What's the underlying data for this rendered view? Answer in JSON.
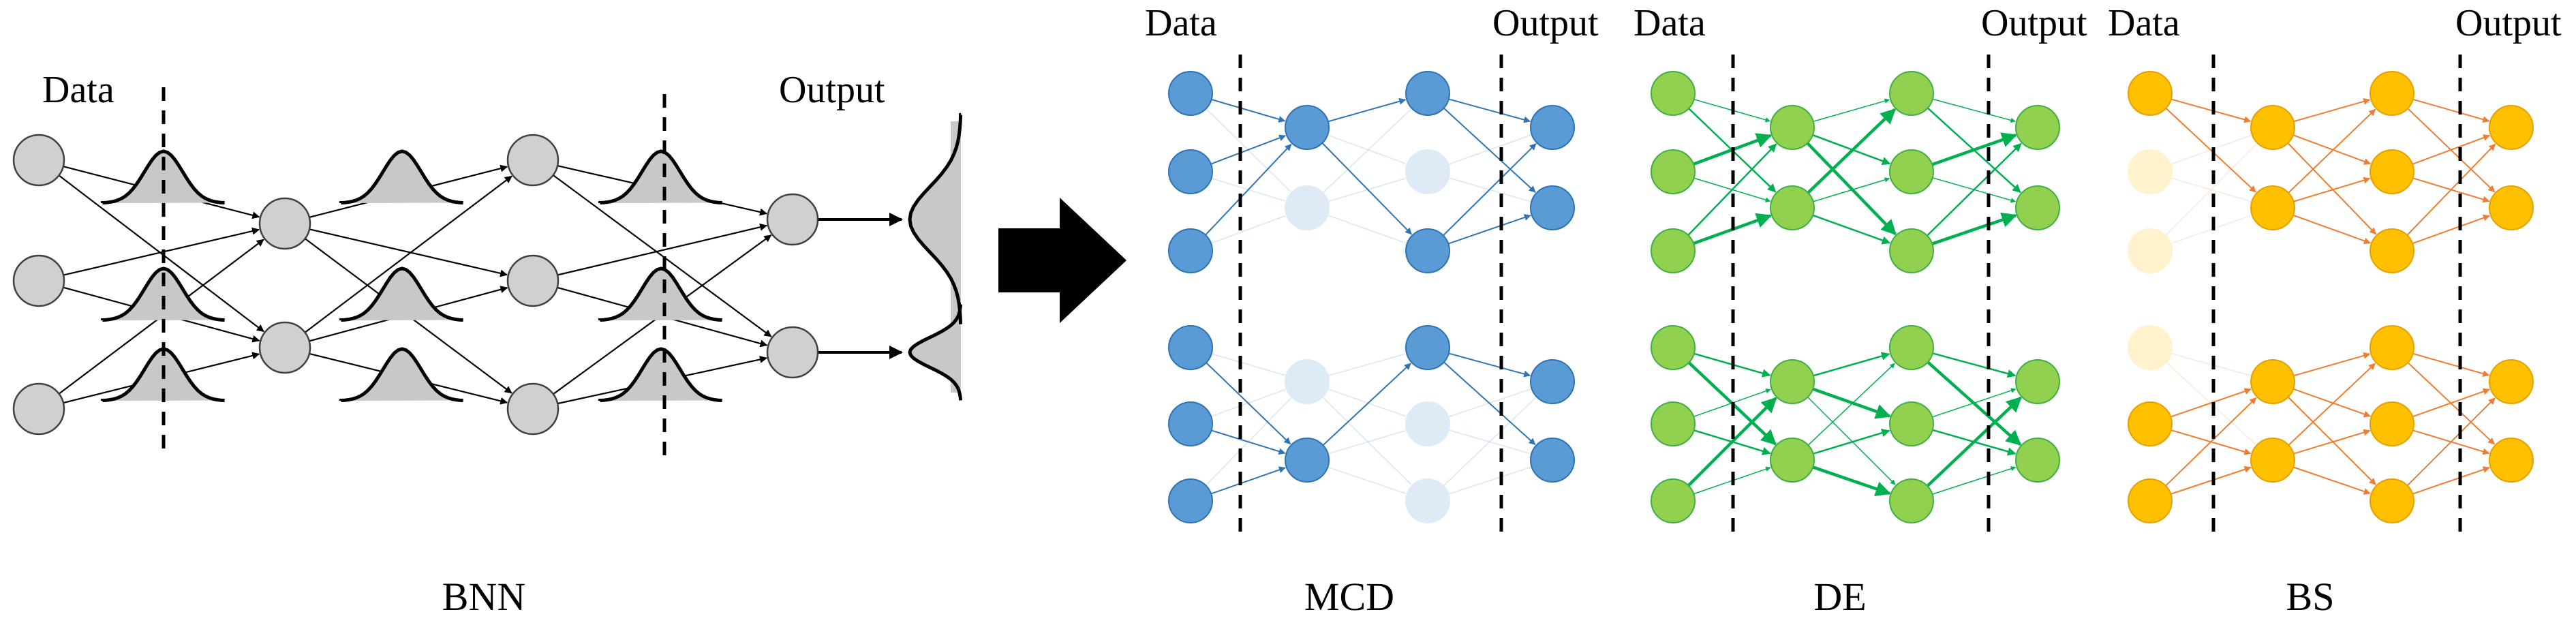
{
  "panels": {
    "bnn": {
      "caption": "BNN",
      "data_label": "Data",
      "output_label": "Output"
    },
    "mcd": {
      "caption": "MCD",
      "data_label": "Data",
      "output_label": "Output"
    },
    "de": {
      "caption": "DE",
      "data_label": "Data",
      "output_label": "Output"
    },
    "bs": {
      "caption": "BS",
      "data_label": "Data",
      "output_label": "Output"
    }
  },
  "colors": {
    "bnn_node_fill": "#d0d0d0",
    "bnn_node_stroke": "#404040",
    "gaussian_fill": "#c8c8c8",
    "mcd_node": "#5b9bd5",
    "mcd_node_stroke": "#2e74b5",
    "mcd_dropped": "#deebf7",
    "mcd_edge": "#2e74b5",
    "de_node": "#92d050",
    "de_node_stroke": "#3faf46",
    "de_edge": "#00b050",
    "bs_node": "#ffc000",
    "bs_node_stroke": "#e6a100",
    "bs_dropped": "#fff2cc",
    "bs_edge": "#ed7d31",
    "arrow": "#000000"
  },
  "icons": {
    "transition": "big-right-arrow-icon"
  }
}
